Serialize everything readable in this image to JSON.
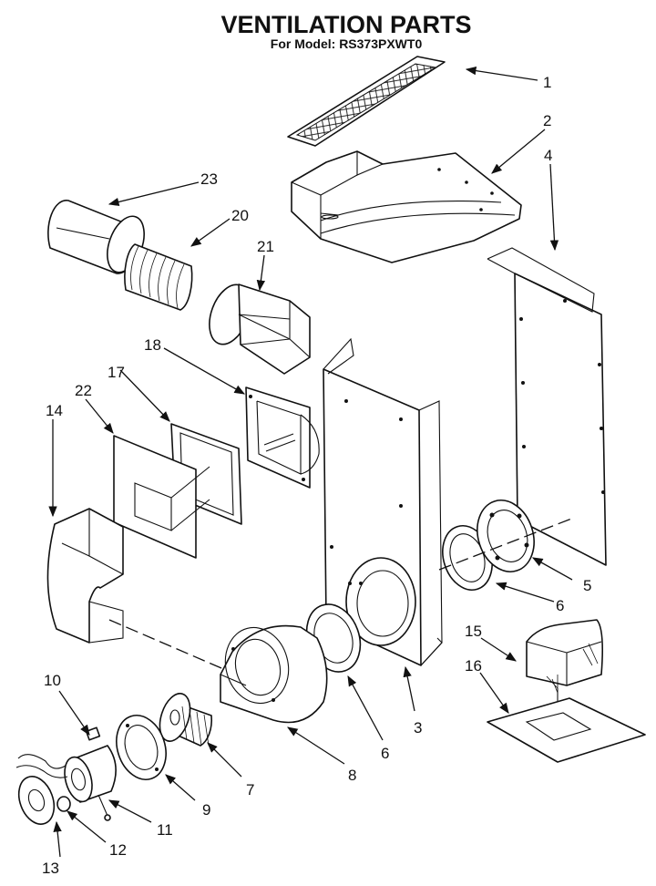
{
  "header": {
    "title": "VENTILATION PARTS",
    "model_line": "For Model: RS373PXWT0"
  },
  "callouts": {
    "c1": "1",
    "c2": "2",
    "c3": "3",
    "c4": "4",
    "c5": "5",
    "c6a": "6",
    "c6b": "6",
    "c7": "7",
    "c8": "8",
    "c9": "9",
    "c10": "10",
    "c11": "11",
    "c12": "12",
    "c13": "13",
    "c14": "14",
    "c15": "15",
    "c16": "16",
    "c17": "17",
    "c18": "18",
    "c20": "20",
    "c21": "21",
    "c22": "22",
    "c23": "23"
  },
  "colors": {
    "ink": "#111111",
    "paper": "#ffffff"
  }
}
